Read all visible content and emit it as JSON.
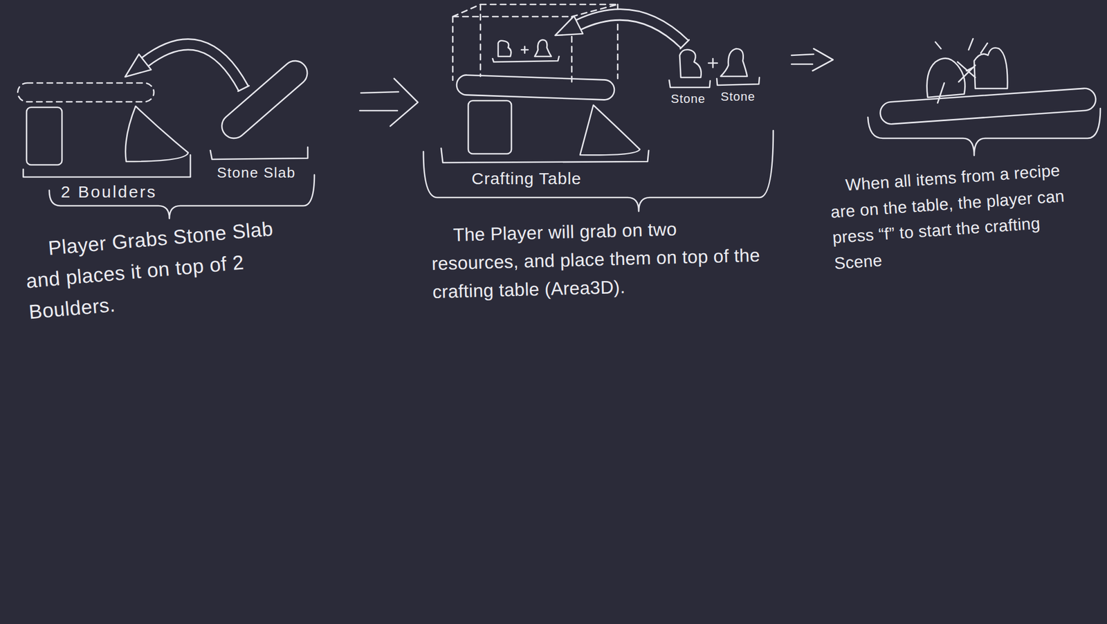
{
  "diagram": {
    "labels": [
      "2 Boulders",
      "Stone Slab",
      "Player Grabs Stone Slab and places it on top of 2 Boulders.",
      "Crafting Table",
      "Stone",
      "Stone",
      "The Player will grab on two resources, and place them on top of the crafting table (Area3D).",
      "When all items from a recipe are on the table, the player can press “f” to start the crafting Scene"
    ]
  }
}
